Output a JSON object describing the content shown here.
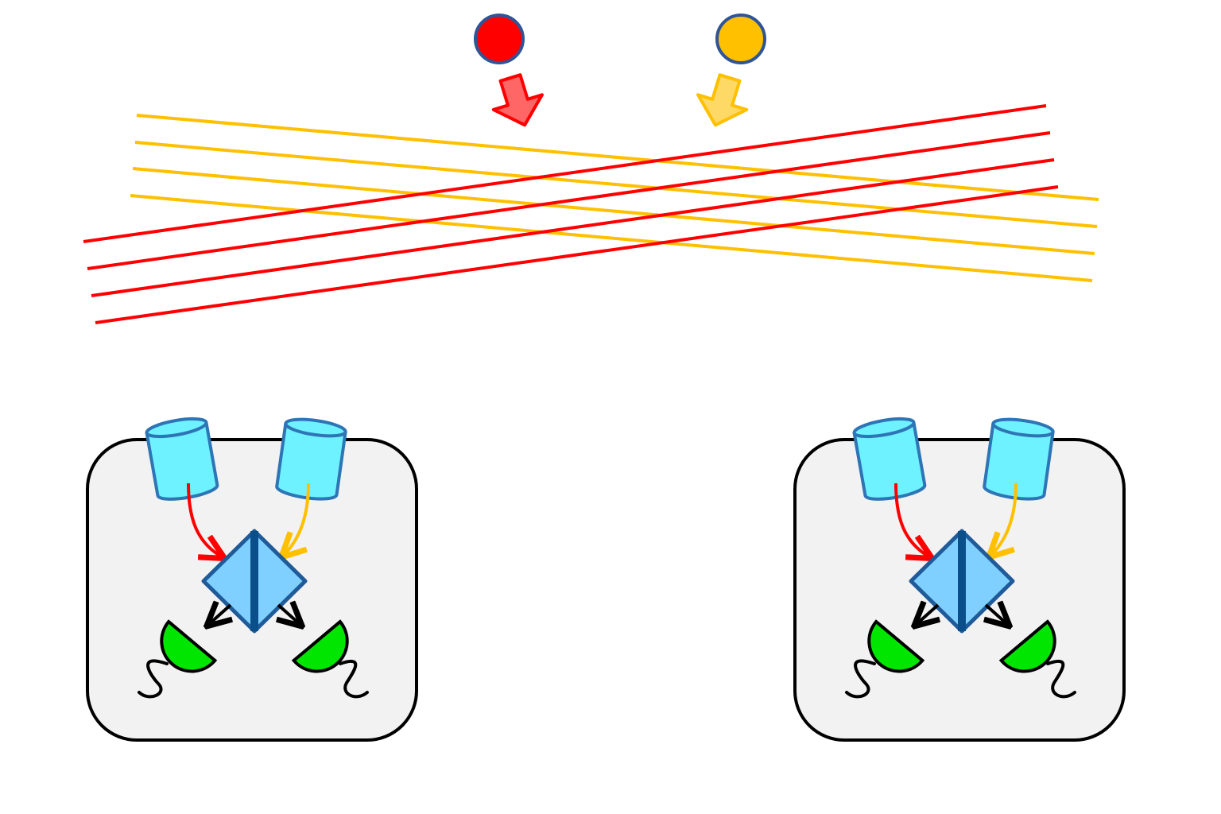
{
  "colors": {
    "red_source": "#ff0000",
    "yellow_source": "#ffc000",
    "red_arrow_fill": "#ff6666",
    "yellow_arrow_fill": "#ffd966",
    "red_wave": "#ff0000",
    "yellow_wave": "#ffc000",
    "outline": "#2f5597",
    "box_fill": "#f2f2f2",
    "telescope_fill": "#6ff2ff",
    "telescope_stroke": "#2e75b6",
    "beamsplitter_fill": "#7fd0ff",
    "beamsplitter_stroke": "#1f5a99",
    "beamsplitter_mirror": "#0b4f8a",
    "detector_fill": "#00e600",
    "black": "#000000"
  },
  "icons": {
    "red_source": "red-circle-source-icon",
    "yellow_source": "yellow-circle-source-icon",
    "telescope": "cylinder-telescope-icon",
    "beamsplitter": "diamond-beamsplitter-icon",
    "detector": "d-shaped-detector-icon"
  },
  "stations": [
    "left",
    "right"
  ],
  "wavefronts": {
    "red_count": 4,
    "yellow_count": 4
  }
}
